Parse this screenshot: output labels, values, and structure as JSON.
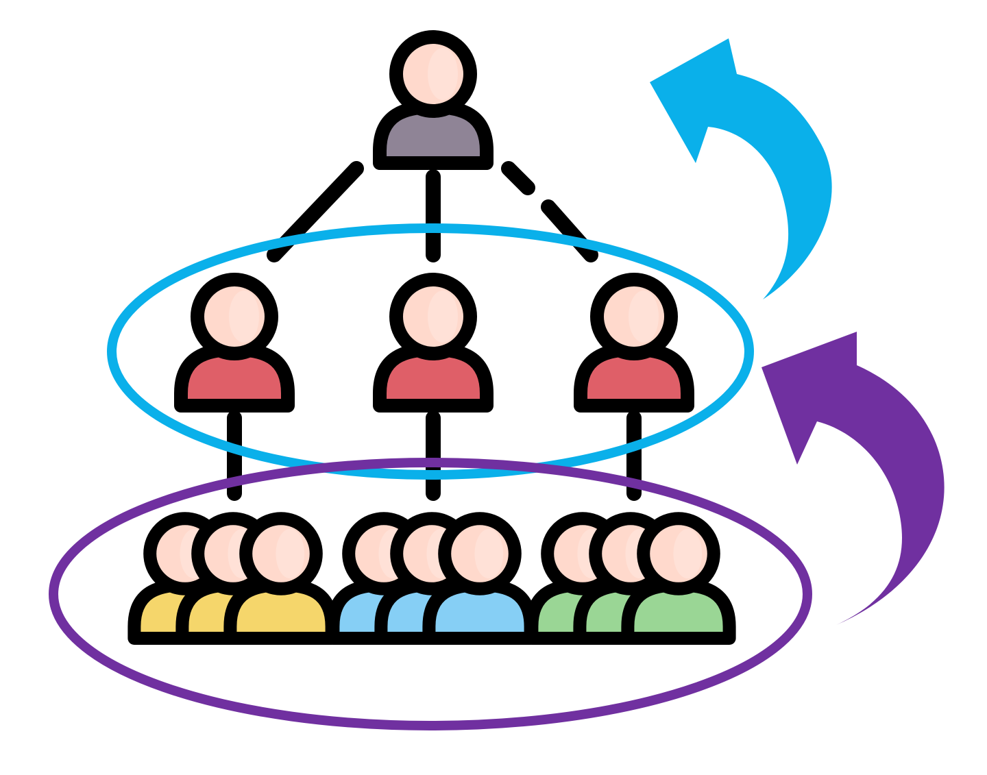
{
  "diagram": {
    "type": "org-hierarchy",
    "levels": [
      {
        "level": "top",
        "people": [
          {
            "id": "top",
            "shirt_color": "#8f8496"
          }
        ]
      },
      {
        "level": "middle",
        "people": [
          {
            "id": "mid-1",
            "shirt_color": "#df5f68"
          },
          {
            "id": "mid-2",
            "shirt_color": "#df5f68"
          },
          {
            "id": "mid-3",
            "shirt_color": "#df5f68"
          }
        ]
      },
      {
        "level": "bottom",
        "groups": [
          {
            "id": "team-1",
            "member_count": 3,
            "shirt_color": "#f5d66b"
          },
          {
            "id": "team-2",
            "member_count": 3,
            "shirt_color": "#86cff5"
          },
          {
            "id": "team-3",
            "member_count": 3,
            "shirt_color": "#9ad695"
          }
        ]
      }
    ],
    "connectors": {
      "style": "dashed",
      "color": "#000000"
    },
    "highlights": [
      {
        "id": "middle-level-ring",
        "encloses": "middle",
        "color": "#0ab0ea"
      },
      {
        "id": "bottom-level-ring",
        "encloses": "bottom",
        "color": "#7030a0"
      }
    ],
    "arrows": [
      {
        "id": "arrow-middle-up",
        "from": "middle",
        "direction": "up",
        "color": "#0ab0ea"
      },
      {
        "id": "arrow-bottom-up",
        "from": "bottom",
        "direction": "up",
        "color": "#7030a0"
      }
    ],
    "skin_color": "#ffd9cc",
    "outline_color": "#000000"
  }
}
